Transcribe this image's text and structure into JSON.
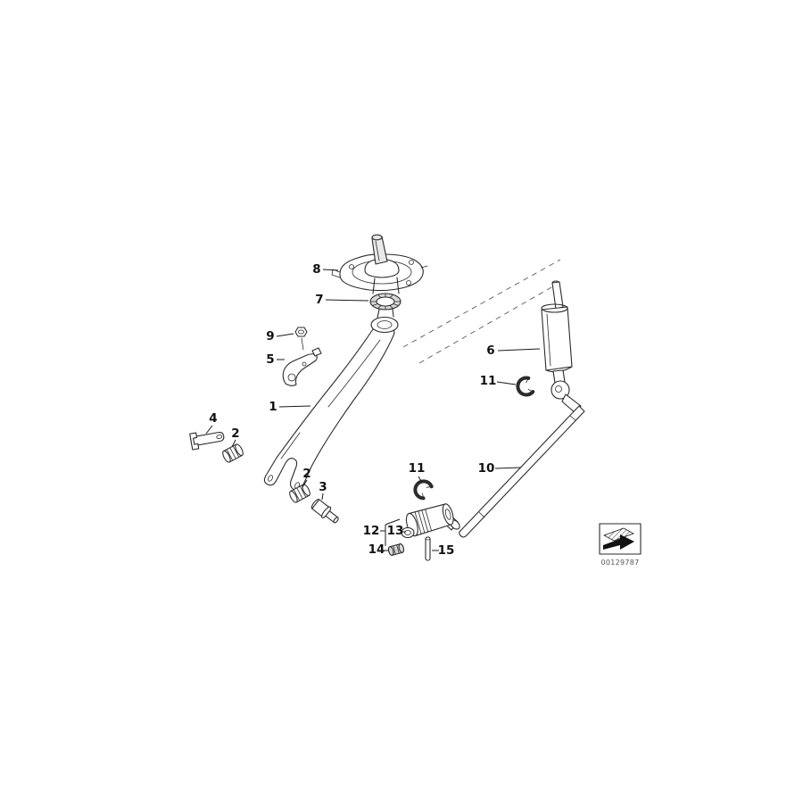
{
  "page": {
    "background": "#ffffff",
    "ink_color": "#2b2b2b"
  },
  "diagram": {
    "doc_number": "00129787",
    "callouts": [
      {
        "part": "8"
      },
      {
        "part": "7"
      },
      {
        "part": "9"
      },
      {
        "part": "5"
      },
      {
        "part": "1"
      },
      {
        "part": "4"
      },
      {
        "part": "2"
      },
      {
        "part": "2"
      },
      {
        "part": "3"
      },
      {
        "part": "6"
      },
      {
        "part": "11"
      },
      {
        "part": "10"
      },
      {
        "part": "11"
      },
      {
        "part": "12"
      },
      {
        "part": "13"
      },
      {
        "part": "14"
      },
      {
        "part": "15"
      }
    ]
  }
}
